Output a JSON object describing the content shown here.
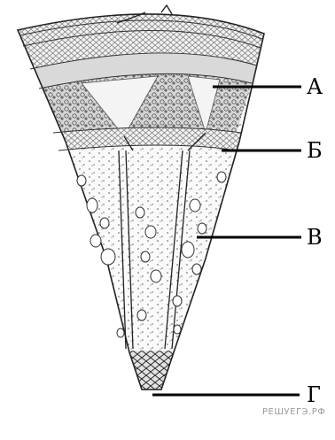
{
  "labels": {
    "a": "А",
    "b": "Б",
    "v": "В",
    "g": "Г"
  },
  "watermark": "РЕШУЕГЭ.РФ"
}
